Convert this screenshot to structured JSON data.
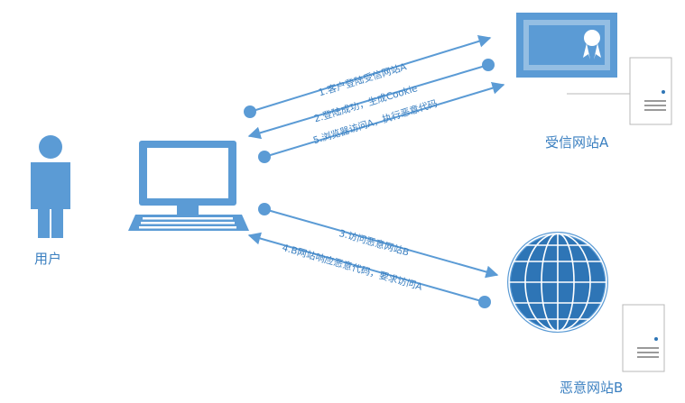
{
  "labels": {
    "user": "用户",
    "trusted_site": "受信网站A",
    "malicious_site": "恶意网站B"
  },
  "steps": [
    "1.客户登陆受信网站A",
    "2.登陆成功，生成Cookie",
    "5.浏览器访问A，执行恶意代码",
    "3.访问恶意网站B",
    "4.B网站响应恶意代码，要求访问A"
  ],
  "colors": {
    "primary": "#5b9bd5",
    "dark": "#2e75b6",
    "text": "#3a7fc0"
  }
}
